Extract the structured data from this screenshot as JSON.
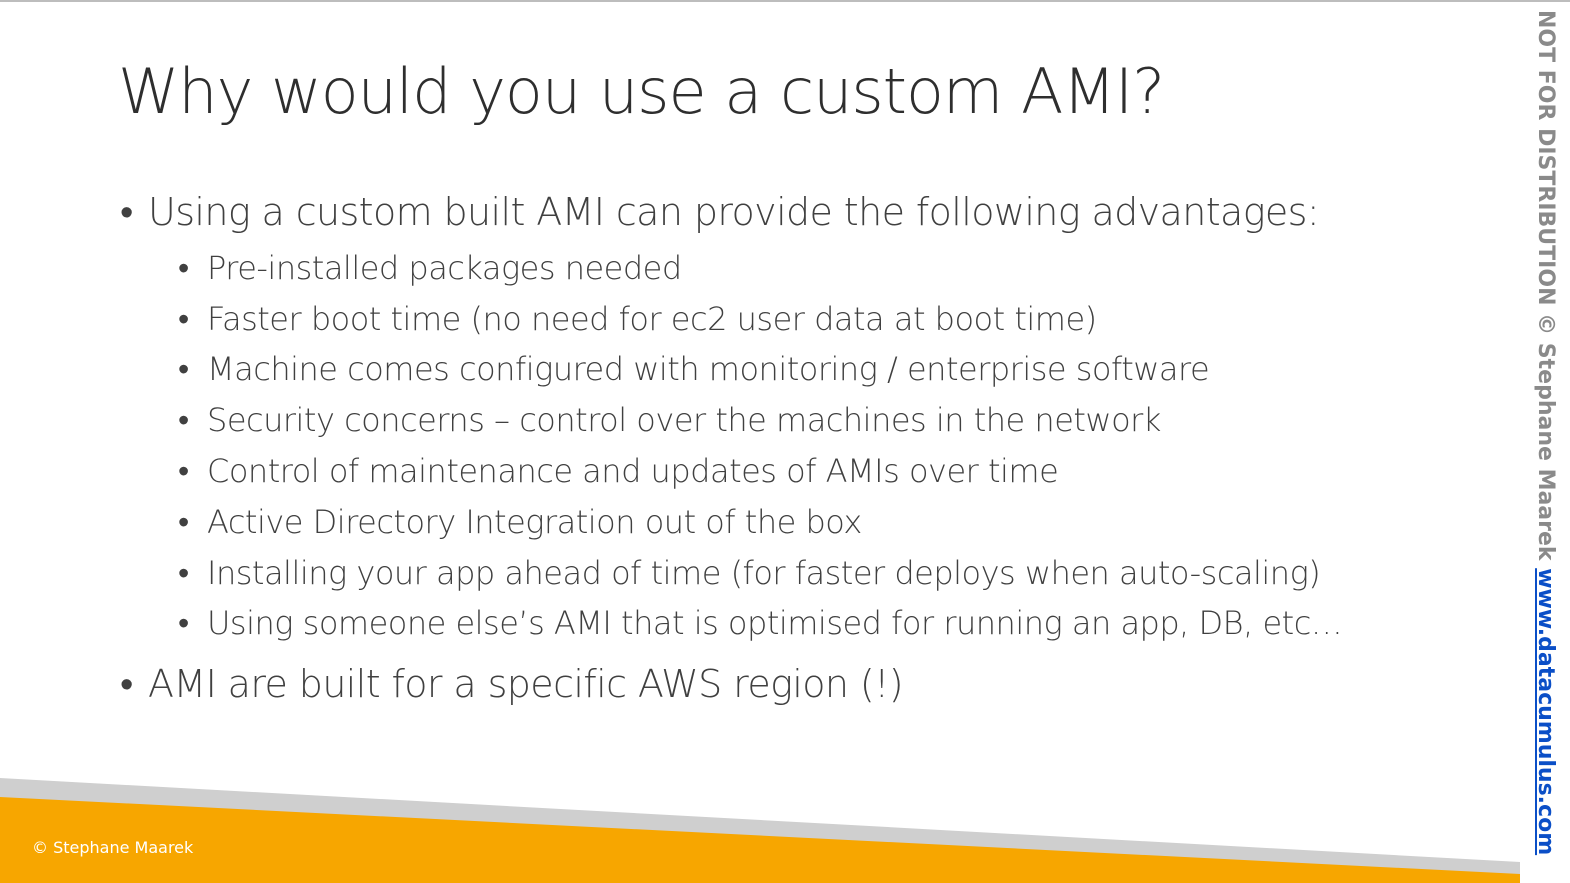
{
  "slide": {
    "title": "Why would you use a custom AMI?",
    "bullets": [
      "Using a custom built AMI can provide the following advantages:",
      "AMI are built for a specific AWS region (!)"
    ],
    "sub_bullets": [
      "Pre-installed packages needed",
      "Faster boot time (no need for ec2 user data at boot time)",
      "Machine comes configured with monitoring / enterprise software",
      "Security concerns – control over the machines in the network",
      "Control of maintenance and updates of AMIs over time",
      "Active Directory Integration out of the box",
      "Installing your app ahead of time (for faster deploys when auto-scaling)",
      "Using someone else’s AMI that is optimised for running an app, DB, etc…"
    ],
    "bullet_symbol": "•"
  },
  "footer": {
    "copyright": "© Stephane Maarek",
    "band_color": "#f7a600",
    "stripe_color": "#cfcfcf"
  },
  "sidebar": {
    "notice": "NOT FOR DISTRIBUTION © Stephane Maarek ",
    "link": "www.datacumulus.com",
    "link_color": "#0b4fc7"
  }
}
